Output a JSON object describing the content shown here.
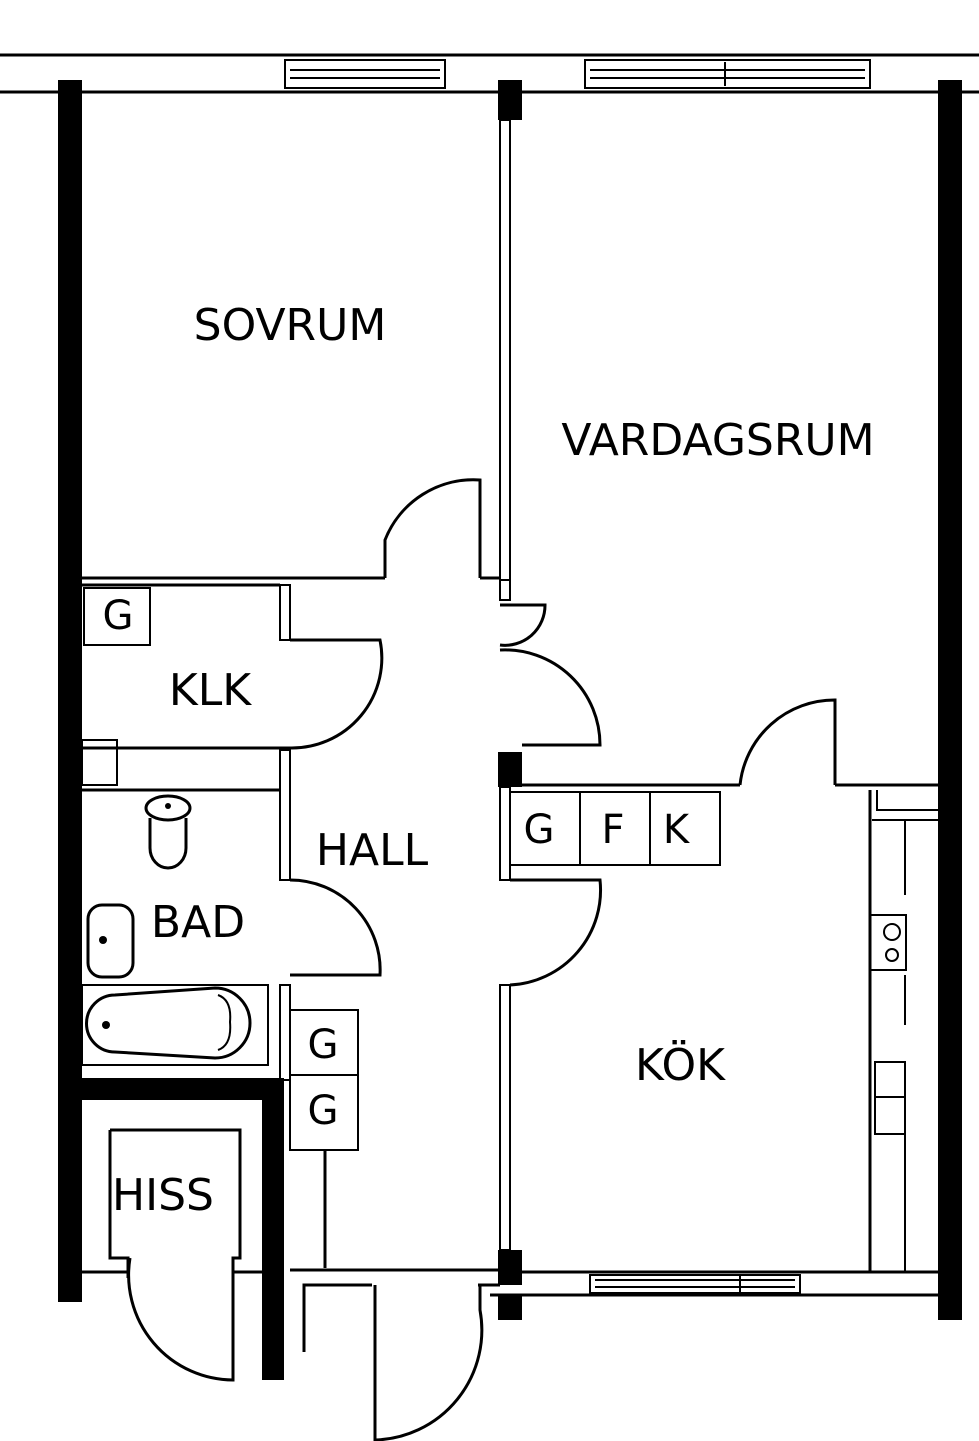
{
  "rooms": {
    "sovrum": "SOVRUM",
    "vardagsrum": "VARDAGSRUM",
    "klk": "KLK",
    "hall": "HALL",
    "bad": "BAD",
    "hiss": "HISS",
    "kok": "KÖK"
  },
  "closets": {
    "klk_g": "G",
    "hall_g1": "G",
    "hall_g2": "G",
    "kok_g": "G",
    "kok_f": "F",
    "kok_k": "K"
  }
}
